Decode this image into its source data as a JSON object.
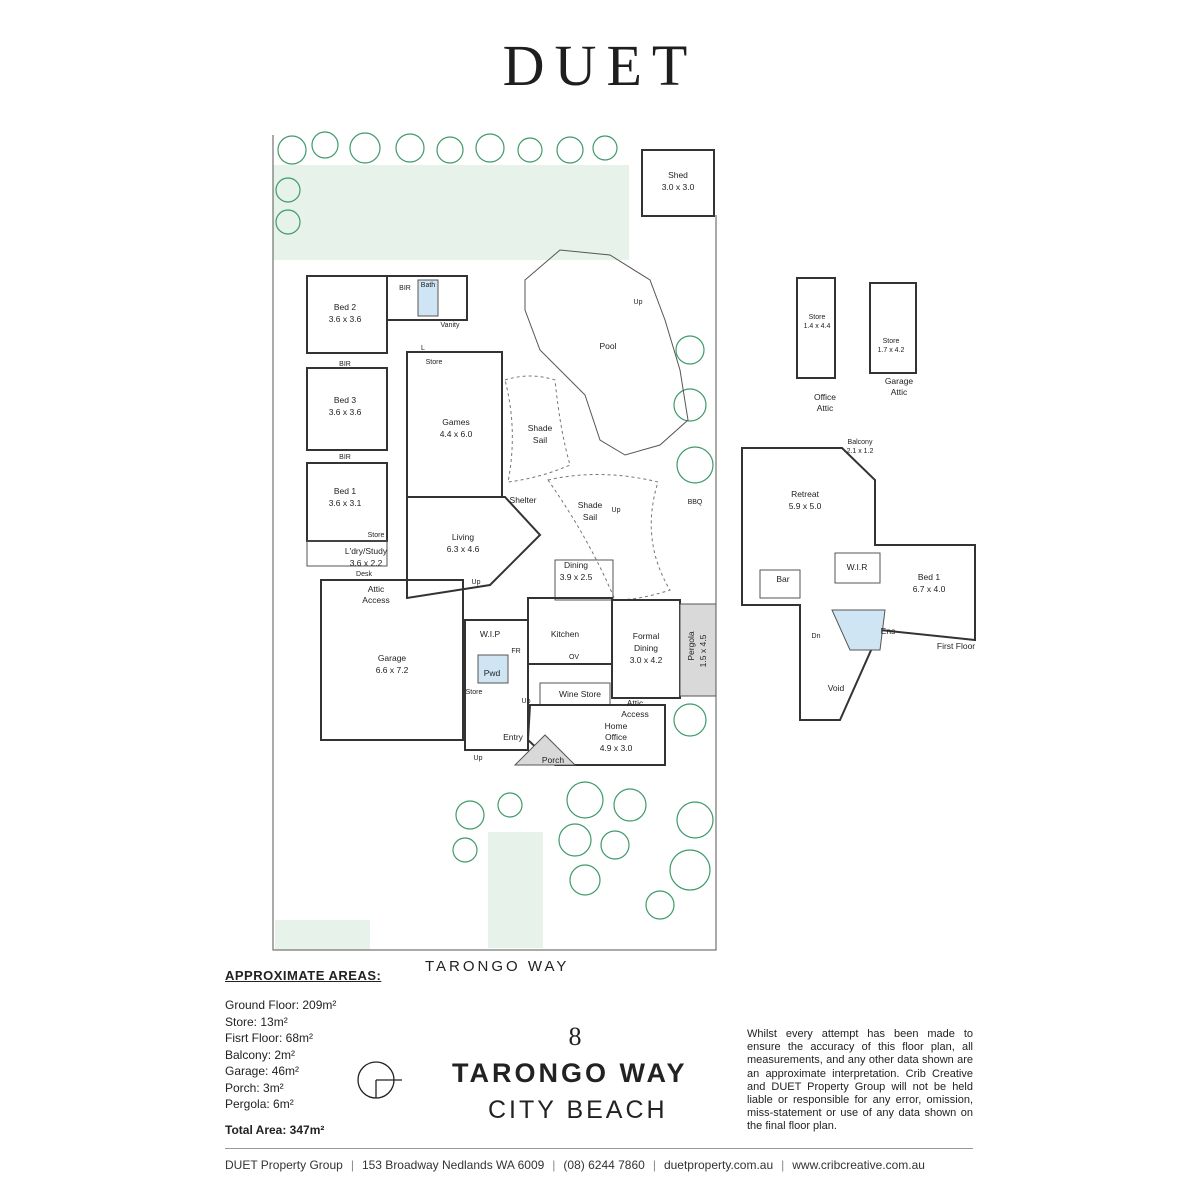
{
  "brand": "DUET",
  "rooms": {
    "shed": {
      "name": "Shed",
      "size": "3.0 x 3.0"
    },
    "pool": {
      "name": "Pool"
    },
    "bed2": {
      "name": "Bed 2",
      "size": "3.6 x 3.6"
    },
    "bed3": {
      "name": "Bed 3",
      "size": "3.6 x 3.6"
    },
    "bed1_ground": {
      "name": "Bed 1",
      "size": "3.6 x 3.1"
    },
    "bath": "Bath",
    "vanity": "Vanity",
    "bir": "BIR",
    "store": "Store",
    "l": "L",
    "games": {
      "name": "Games",
      "size": "4.4 x 6.0"
    },
    "shade_sail": [
      "Shade",
      "Sail"
    ],
    "shelter": "Shelter",
    "bbq": "BBQ",
    "living": {
      "name": "Living",
      "size": "6.3 x 4.6"
    },
    "laundry": {
      "name": "L'dry/Study",
      "size": "3.6 x 2.2"
    },
    "desk": "Desk",
    "attic_access": [
      "Attic",
      "Access"
    ],
    "dining": {
      "name": "Dining",
      "size": "3.9 x 2.5"
    },
    "up": "Up",
    "garage": {
      "name": "Garage",
      "size": "6.6 x 7.2"
    },
    "kitchen": "Kitchen",
    "wip": "W.I.P",
    "fr": "FR",
    "ov": "OV",
    "pwd": "Pwd",
    "wine_store": "Wine Store",
    "formal_dining": {
      "name1": "Formal",
      "name2": "Dining",
      "size": "3.0 x 4.2"
    },
    "pergola": {
      "name": "Pergola",
      "size": "1.5 x 4.5"
    },
    "home_office": {
      "name1": "Home",
      "name2": "Office",
      "size": "4.9 x 3.0"
    },
    "entry": "Entry",
    "porch": "Porch",
    "store_office_attic": {
      "name": "Store",
      "size": "1.4 x 4.4",
      "label1": "Office",
      "label2": "Attic"
    },
    "store_garage_attic": {
      "name": "Store",
      "size": "1.7 x 4.2",
      "label1": "Garage",
      "label2": "Attic"
    },
    "balcony": {
      "name": "Balcony",
      "size": "2.1 x 1.2"
    },
    "retreat": {
      "name": "Retreat",
      "size": "5.9 x 5.0"
    },
    "bar": "Bar",
    "wir": "W.I.R",
    "bed1_first": {
      "name": "Bed 1",
      "size": "6.7 x 4.0"
    },
    "ens": "Ens",
    "dn": "Dn",
    "void": "Void",
    "first_floor": "First Floor"
  },
  "street_name": "TARONGO WAY",
  "areas": {
    "title": "APPROXIMATE AREAS:",
    "lines": [
      "Ground Floor: 209m²",
      "Store: 13m²",
      "Fisrt Floor: 68m²",
      "Balcony: 2m²",
      "Garage: 46m²",
      "Porch: 3m²",
      "Pergola: 6m²"
    ],
    "total": "Total Area: 347m²"
  },
  "address": {
    "number": "8",
    "street": "TARONGO WAY",
    "suburb": "CITY BEACH"
  },
  "disclaimer": "Whilst every attempt has been made to ensure the accuracy of this floor plan, all measurements, and any other data shown are an approximate interpretation. Crib Creative and DUET Property Group will not be held liable or responsible for any error, omission, miss-statement or use of any data shown on the final floor plan.",
  "footer": [
    "DUET Property Group",
    "153 Broadway Nedlands WA 6009",
    "(08) 6244 7860",
    "duetproperty.com.au",
    "www.cribcreative.com.au"
  ],
  "colors": {
    "landscape": "#3e9a6a",
    "lawn": "#e6f2ea",
    "wet_area": "#cfe5f3",
    "pergola": "#d9d9d9"
  }
}
